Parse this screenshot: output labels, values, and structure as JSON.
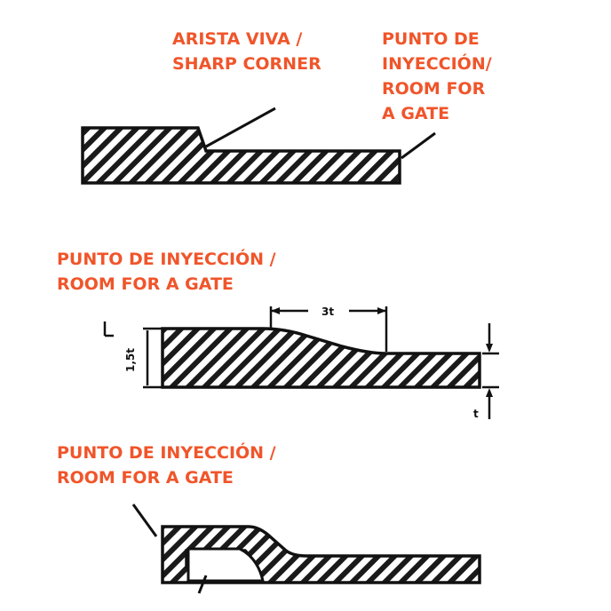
{
  "colors": {
    "label": "#F0552A",
    "ink": "#111111",
    "background": "#FFFFFF"
  },
  "figure1": {
    "sharp_corner_label": [
      "ARISTA VIVA /",
      "SHARP CORNER"
    ],
    "gate_label": [
      "PUNTO DE",
      "INYECCIÓN/",
      "ROOM FOR",
      "A GATE"
    ]
  },
  "figure2": {
    "gate_label": [
      "PUNTO DE INYECCIÓN /",
      "ROOM FOR A GATE"
    ],
    "dim_3t": "3t",
    "dim_15t": "1,5t",
    "dim_t": "t"
  },
  "figure3": {
    "gate_label": [
      "PUNTO DE INYECCIÓN /",
      "ROOM FOR A GATE"
    ]
  }
}
